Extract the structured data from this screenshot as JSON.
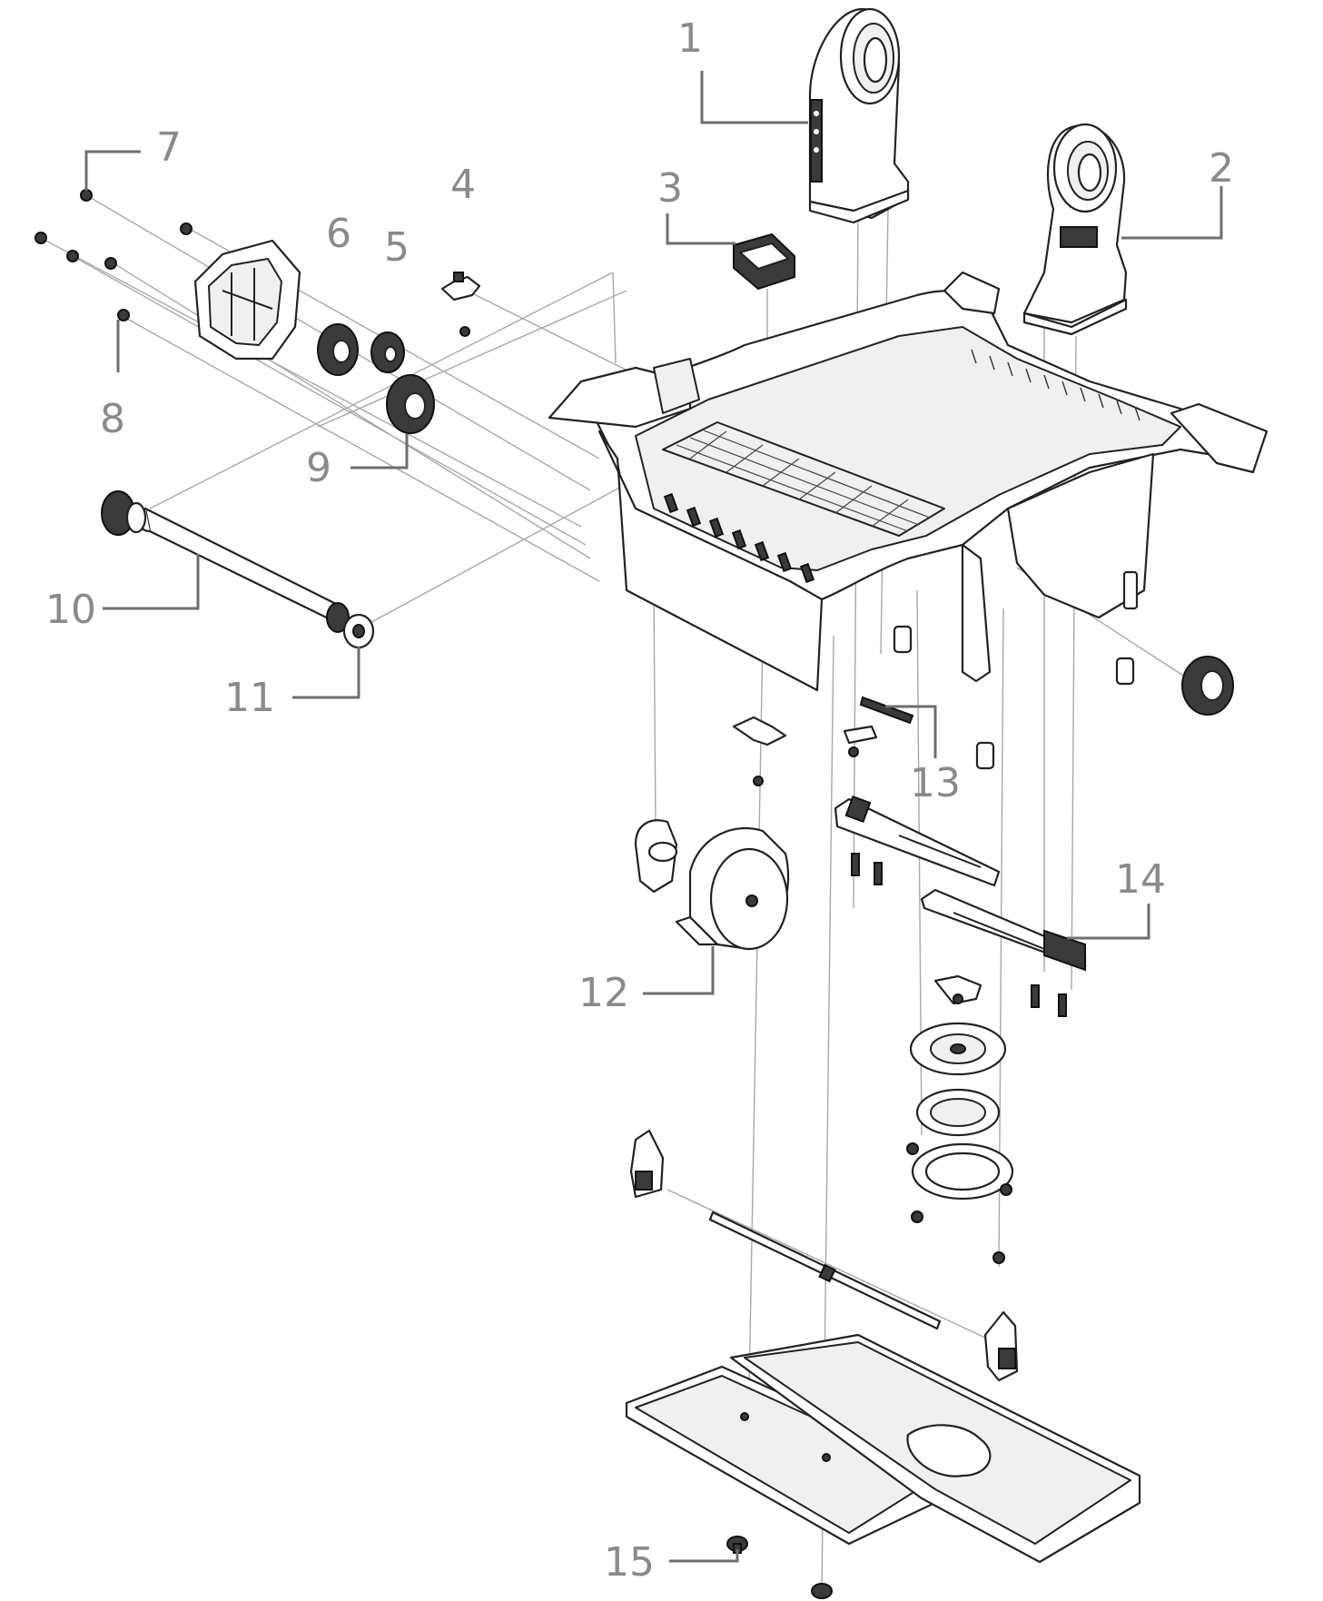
{
  "callouts": [
    {
      "id": "1",
      "label": "1"
    },
    {
      "id": "2",
      "label": "2"
    },
    {
      "id": "3",
      "label": "3"
    },
    {
      "id": "4",
      "label": "4"
    },
    {
      "id": "5",
      "label": "5"
    },
    {
      "id": "6",
      "label": "6"
    },
    {
      "id": "7",
      "label": "7"
    },
    {
      "id": "8",
      "label": "8"
    },
    {
      "id": "9",
      "label": "9"
    },
    {
      "id": "10",
      "label": "10"
    },
    {
      "id": "11",
      "label": "11"
    },
    {
      "id": "12",
      "label": "12"
    },
    {
      "id": "13",
      "label": "13"
    },
    {
      "id": "14",
      "label": "14"
    },
    {
      "id": "15",
      "label": "15"
    }
  ],
  "colors": {
    "callout_text": "#8a8a8a",
    "leader_line": "#6e6e6e",
    "assembly_line": "#a8a8a8",
    "part_outline": "#222222",
    "part_fill": "#ffffff",
    "part_dark": "#3a3a3a"
  }
}
